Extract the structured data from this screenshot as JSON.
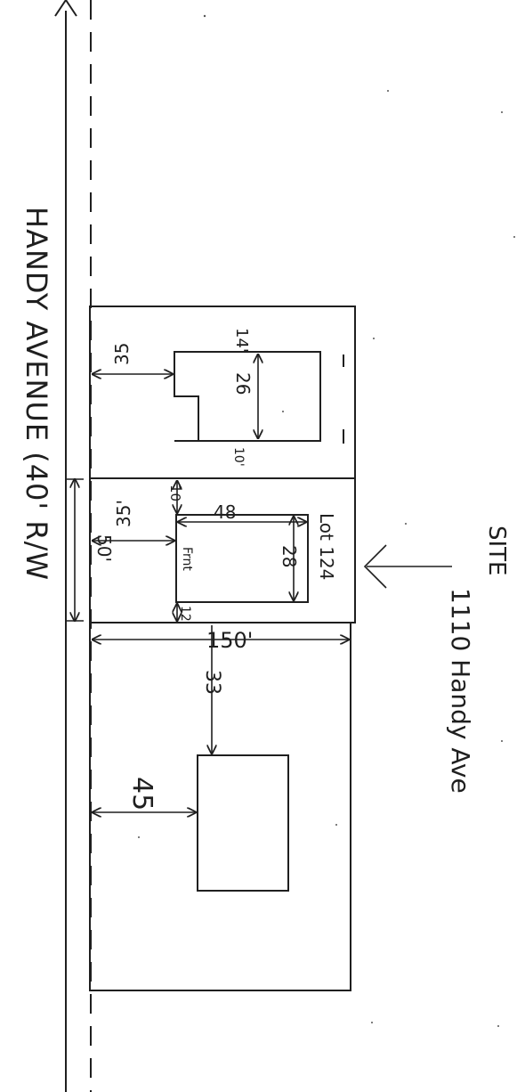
{
  "street": {
    "name": "HANDY AVENUE (40' R/W"
  },
  "site": {
    "label": "SITE",
    "address": "1110 Handy Ave"
  },
  "lots": {
    "subject_lot_label": "Lot 124",
    "lot_width": "50'",
    "lot_depth": "150'"
  },
  "dimensions": {
    "north_house_front_setback": "35",
    "north_house_side": "14'",
    "north_house_depth": "26",
    "north_house_bottom_side": "10'",
    "site_house_side_top": "10",
    "site_house_width": "48",
    "site_house_front_setback": "35'",
    "site_house_depth": "28",
    "site_house_side_bottom": "12",
    "site_house_note": "Frnt",
    "south_house_side": "33",
    "south_house_front_setback": "45"
  },
  "colors": {
    "ink": "#1f1f1f",
    "paper": "#ffffff"
  }
}
